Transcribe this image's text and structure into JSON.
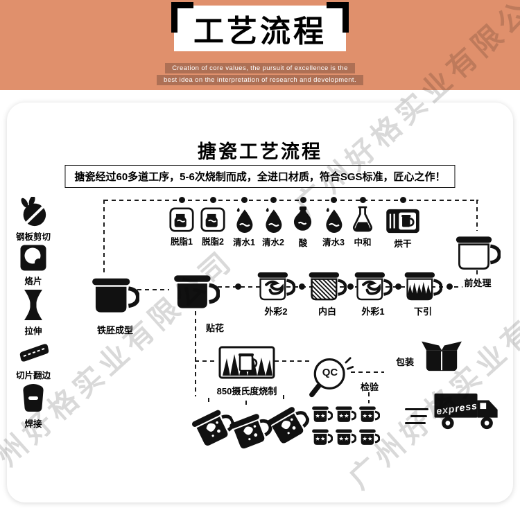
{
  "header": {
    "title": "工艺流程",
    "tagline_line1": "Creation of core values, the pursuit of excellence is the",
    "tagline_line2": "best idea on the interpretation of research and development."
  },
  "watermark": {
    "text": "广州好格实业有限公司"
  },
  "intro": {
    "title": "搪瓷工艺流程",
    "description": "搪瓷经过60多道工序，5-6次烧制而成，全进口材质，符合SGS标准，匠心之作！"
  },
  "flow": {
    "left_steps": [
      {
        "label": "钢板剪切",
        "icon": "steel-shear-icon"
      },
      {
        "label": "烙片",
        "icon": "disc-punch-icon"
      },
      {
        "label": "拉伸",
        "icon": "stretch-icon"
      },
      {
        "label": "切片翻边",
        "icon": "trim-flange-icon"
      },
      {
        "label": "焊接",
        "icon": "weld-icon"
      }
    ],
    "top_steps": [
      {
        "label": "脱脂1",
        "icon": "degrease-tank-icon"
      },
      {
        "label": "脱脂2",
        "icon": "degrease-tank-icon"
      },
      {
        "label": "清水1",
        "icon": "water-drop-icon"
      },
      {
        "label": "清水2",
        "icon": "water-drop-icon"
      },
      {
        "label": "酸",
        "icon": "acid-bottle-icon"
      },
      {
        "label": "清水3",
        "icon": "water-drop-icon"
      },
      {
        "label": "中和",
        "icon": "neutralize-flask-icon"
      },
      {
        "label": "烘干",
        "icon": "dry-oven-icon"
      }
    ],
    "forming_label": "铁胚成型",
    "pretreat_label": "前处理",
    "coating_steps": [
      {
        "label": "外彩2",
        "icon": "outer-color-mug-icon"
      },
      {
        "label": "内白",
        "icon": "inner-white-mug-icon"
      },
      {
        "label": "外彩1",
        "icon": "outer-color-mug-icon"
      },
      {
        "label": "下引",
        "icon": "bottom-coat-mug-icon"
      }
    ],
    "decal_label": "贴花",
    "firing_label": "850摄氏度烧制",
    "qc_label": "QC",
    "inspect_label": "检验",
    "packing_label": "包装",
    "express_label": "express"
  },
  "colors": {
    "header_bg": "#e0906c",
    "ink": "#111111",
    "watermark": "rgba(0,0,0,0.15)"
  }
}
